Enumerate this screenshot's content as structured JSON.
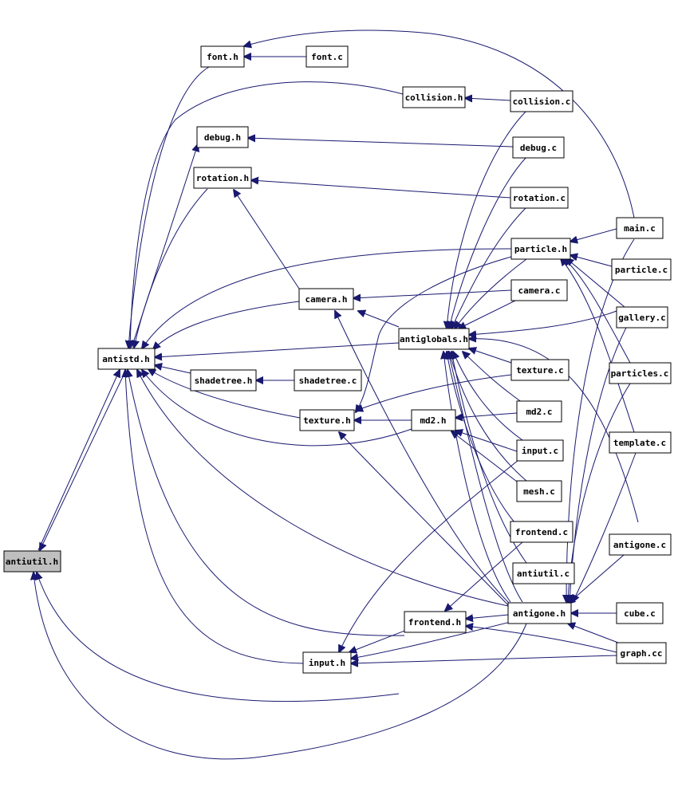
{
  "colors": {
    "edge": "#191970",
    "highlight_fill": "#bfbfbf",
    "node_fill": "#ffffff",
    "node_border": "#000000"
  },
  "nodes": [
    {
      "id": "font_h",
      "label": "font.h"
    },
    {
      "id": "font_c",
      "label": "font.c"
    },
    {
      "id": "collision_h",
      "label": "collision.h"
    },
    {
      "id": "collision_c",
      "label": "collision.c"
    },
    {
      "id": "debug_h",
      "label": "debug.h"
    },
    {
      "id": "debug_c",
      "label": "debug.c"
    },
    {
      "id": "rotation_h",
      "label": "rotation.h"
    },
    {
      "id": "rotation_c",
      "label": "rotation.c"
    },
    {
      "id": "main_c",
      "label": "main.c"
    },
    {
      "id": "particle_h",
      "label": "particle.h"
    },
    {
      "id": "particle_c",
      "label": "particle.c"
    },
    {
      "id": "camera_h",
      "label": "camera.h"
    },
    {
      "id": "camera_c",
      "label": "camera.c"
    },
    {
      "id": "gallery_c",
      "label": "gallery.c"
    },
    {
      "id": "antistd_h",
      "label": "antistd.h"
    },
    {
      "id": "antiglobals_h",
      "label": "antiglobals.h"
    },
    {
      "id": "texture_c",
      "label": "texture.c"
    },
    {
      "id": "particles_c",
      "label": "particles.c"
    },
    {
      "id": "shadetree_h",
      "label": "shadetree.h"
    },
    {
      "id": "shadetree_c",
      "label": "shadetree.c"
    },
    {
      "id": "md2_c",
      "label": "md2.c"
    },
    {
      "id": "texture_h",
      "label": "texture.h"
    },
    {
      "id": "md2_h",
      "label": "md2.h"
    },
    {
      "id": "template_c",
      "label": "template.c"
    },
    {
      "id": "input_c",
      "label": "input.c"
    },
    {
      "id": "mesh_c",
      "label": "mesh.c"
    },
    {
      "id": "frontend_c",
      "label": "frontend.c"
    },
    {
      "id": "antigone_c",
      "label": "antigone.c"
    },
    {
      "id": "antiutil_h",
      "label": "antiutil.h"
    },
    {
      "id": "antiutil_c",
      "label": "antiutil.c"
    },
    {
      "id": "antigone_h",
      "label": "antigone.h"
    },
    {
      "id": "cube_c",
      "label": "cube.c"
    },
    {
      "id": "frontend_h",
      "label": "frontend.h"
    },
    {
      "id": "graph_cc",
      "label": "graph.cc"
    },
    {
      "id": "input_h",
      "label": "input.h"
    }
  ]
}
